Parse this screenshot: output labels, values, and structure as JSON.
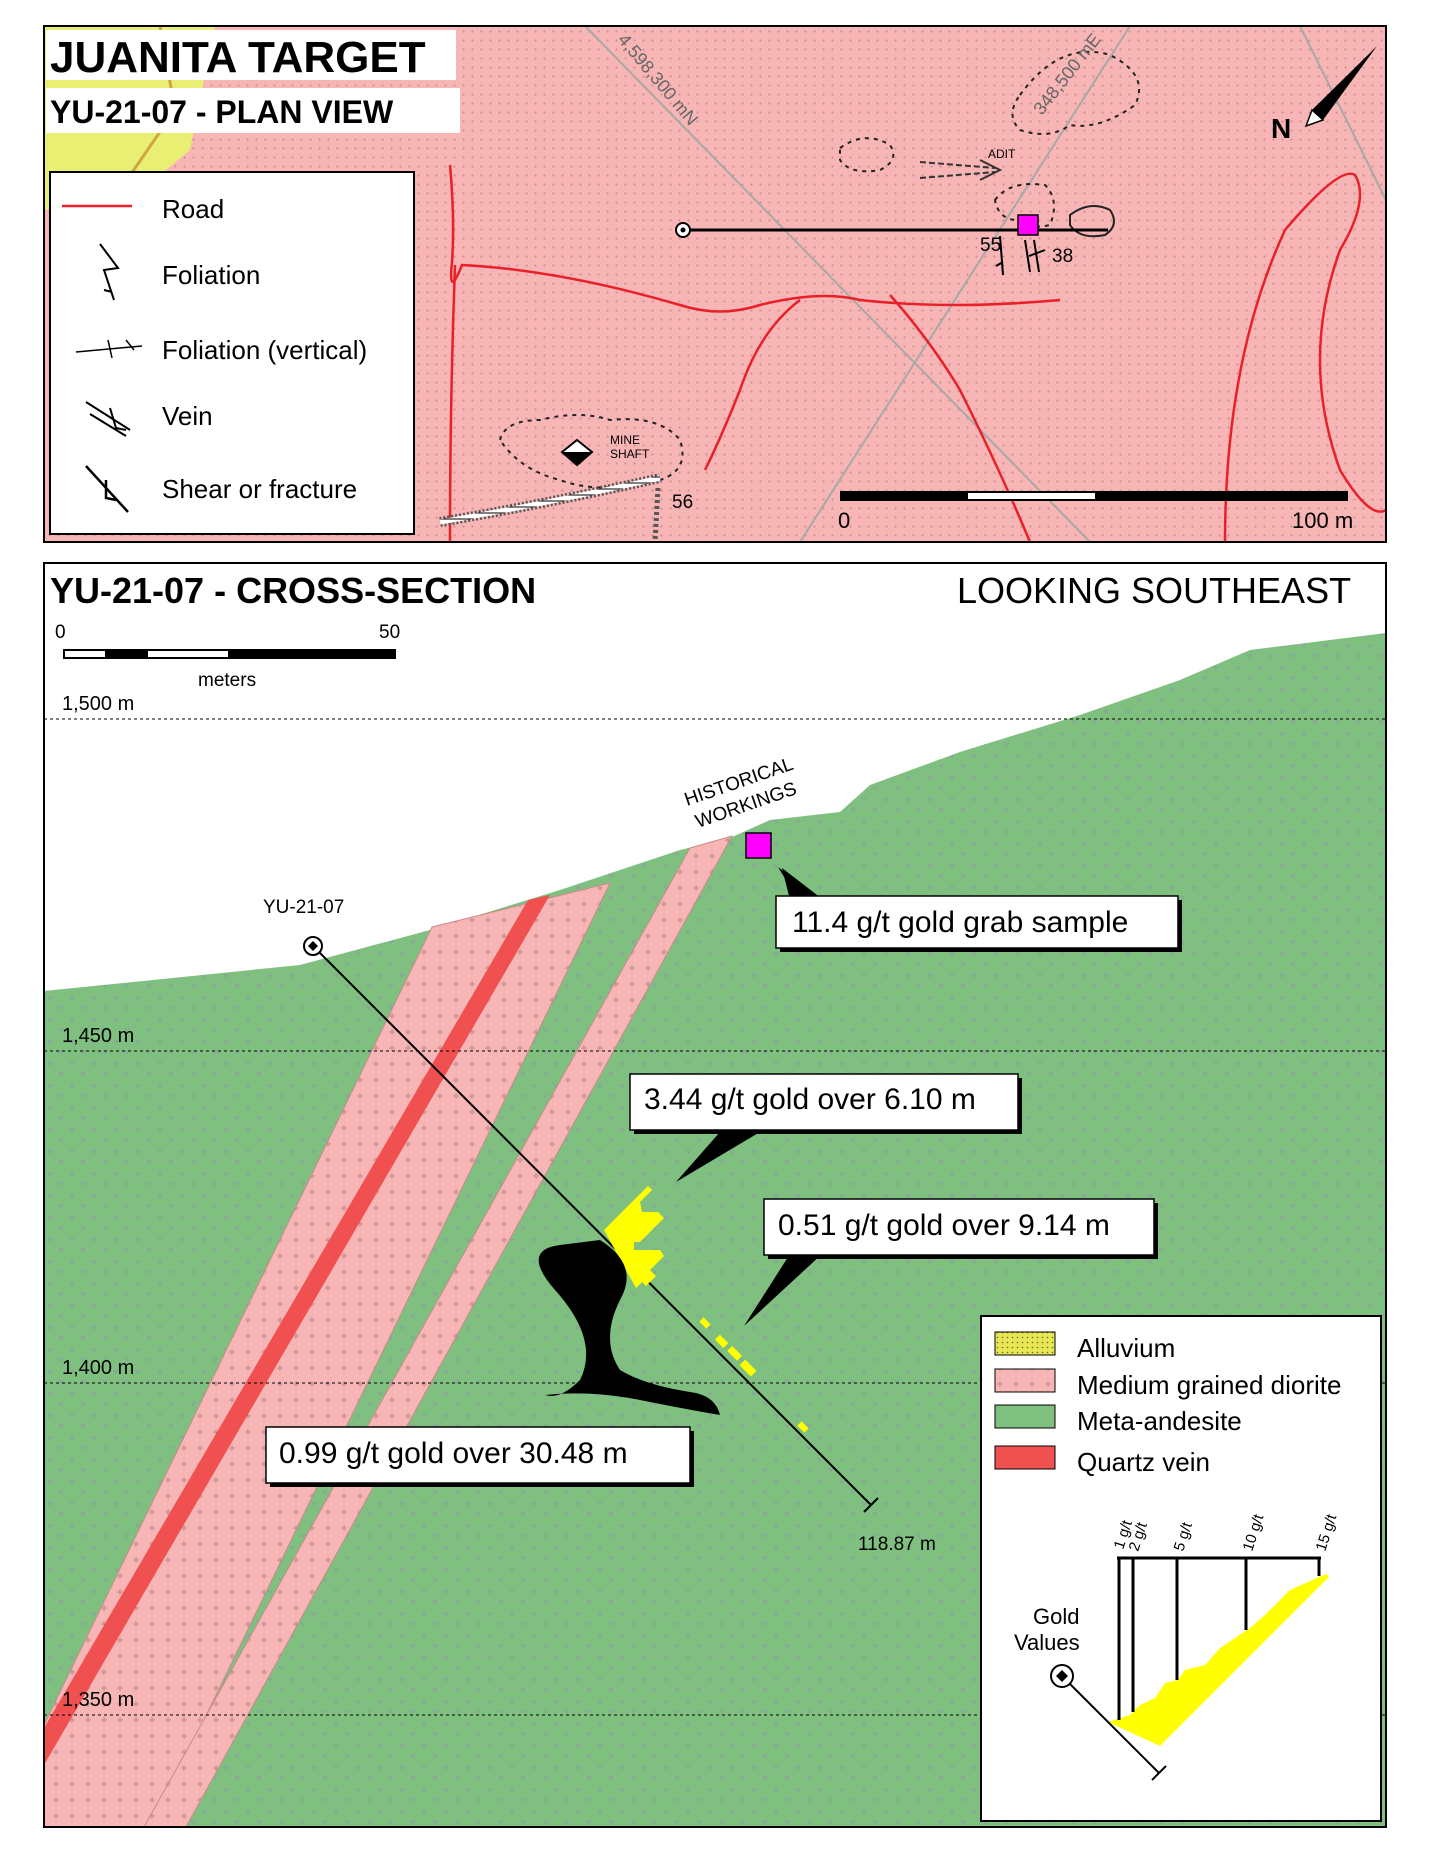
{
  "plan": {
    "title": "JUANITA TARGET",
    "subtitle": "YU-21-07 - PLAN VIEW",
    "north_label": "N",
    "grid_northing": "4,598,300 mN",
    "grid_easting": "348,500 mE",
    "adit_label": "ADIT",
    "mine_shaft_label_1": "MINE",
    "mine_shaft_label_2": "SHAFT",
    "dip_55": "55",
    "dip_38": "38",
    "dip_56": "56",
    "scale_start": "0",
    "scale_end": "100 m",
    "legend": {
      "road": "Road",
      "foliation": "Foliation",
      "foliation_vertical": "Foliation (vertical)",
      "vein": "Vein",
      "shear": "Shear or fracture"
    }
  },
  "section": {
    "title": "YU-21-07 - CROSS-SECTION",
    "orientation": "LOOKING SOUTHEAST",
    "scale_start": "0",
    "scale_end": "50",
    "scale_unit": "meters",
    "elevations": [
      "1,500 m",
      "1,450 m",
      "1,400 m",
      "1,350 m"
    ],
    "hole_label": "YU-21-07",
    "hole_depth": "118.87 m",
    "historical_1": "HISTORICAL",
    "historical_2": "WORKINGS",
    "callouts": {
      "grab": "11.4 g/t gold grab sample",
      "int_344": "3.44 g/t gold over 6.10 m",
      "int_051": "0.51 g/t gold over 9.14 m",
      "int_099": "0.99 g/t gold over 30.48 m"
    },
    "legend": {
      "alluvium": "Alluvium",
      "diorite": "Medium grained diorite",
      "andesite": "Meta-andesite",
      "quartz": "Quartz vein"
    },
    "gold_scale": {
      "title_1": "Gold",
      "title_2": "Values",
      "ticks": [
        "1 g/t",
        "2 g/t",
        "5 g/t",
        "10 g/t",
        "15 g/t"
      ]
    }
  },
  "colors": {
    "diorite": "#f7b5b5",
    "andesite": "#7fbf7f",
    "quartz": "#f05050",
    "road": "#e8202a",
    "gold": "#ffff00",
    "alluvium": "#e7e755",
    "sample": "#ff00ff"
  }
}
